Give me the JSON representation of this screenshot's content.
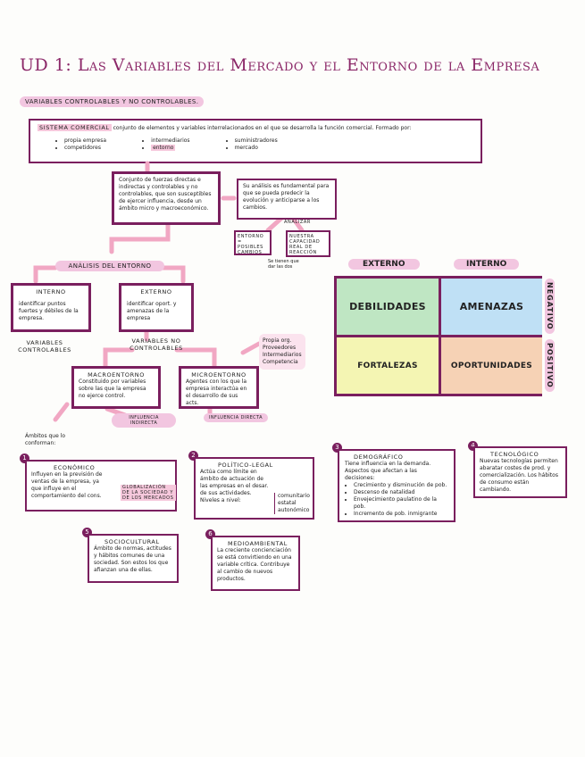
{
  "title": "UD 1: Las Variables del Mercado y el Entorno de la Empresa",
  "subtitle_pill": "Variables controlables y no controlables.",
  "sistema": {
    "label": "SISTEMA COMERCIAL",
    "text": "conjunto de elementos y variables interrelacionados en el que se desarrolla la función comercial. Formado por:",
    "col1": [
      "propia empresa",
      "competidores"
    ],
    "col2": [
      "intermediarios",
      "entorno"
    ],
    "col3": [
      "suministradores",
      "mercado"
    ]
  },
  "entorno_def": "Conjunto de fuerzas directas e indirectas y controlables y no controlables, que son susceptibles de ejercer influencia, desde un ámbito micro y macroeconómico.",
  "analisis_def": "Su análisis es fundamental para que se pueda predecir la evolución y anticiparse a los cambios.",
  "analizar_label": "ANALIZAR",
  "entorno_cambios": "ENTORNO = POSIBLES CAMBIOS",
  "nuestra_capacidad": "NUESTRA CAPACIDAD REAL DE REACCIÓN",
  "se_tienen": "Se tienen que dar las dos",
  "analisis_pill": "Análisis del entorno",
  "interno": {
    "title": "INTERNO",
    "text": "identificar puntos fuertes y débiles de la empresa."
  },
  "externo": {
    "title": "EXTERNO",
    "text": "identificar oport. y amenazas de la empresa"
  },
  "variables_controlables": "VARIABLES CONTROLABLES",
  "variables_no_controlables": "VARIABLES NO CONTROLABLES",
  "macroentorno": {
    "title": "MACROENTORNO",
    "text": "Constituido por variables sobre las que la empresa no ejerce control."
  },
  "microentorno": {
    "title": "MICROENTORNO",
    "text": "Agentes con los que la empresa interactúa en el desarrollo de sus acts."
  },
  "micro_list": [
    "Propia org.",
    "Proveedores",
    "Intermediarios",
    "Competencia"
  ],
  "influencia_indirecta": "INFLUENCIA INDIRECTA",
  "influencia_directa": "INFLUENCIA DIRECTA",
  "ambitos": "Ámbitos que lo conforman:",
  "economico": {
    "num": "1",
    "title": "ECONÓMICO",
    "text": "Influyen en la previsión de ventas de la empresa, ya que influye en el comportamiento del cons.",
    "side": "GLOBALIZACIÓN DE LA SOCIEDAD Y DE LOS MERCADOS"
  },
  "politico": {
    "num": "2",
    "title": "POLÍTICO-LEGAL",
    "text": "Actúa como límite en ámbito de actuación de las empresas en el desar. de sus actividades.",
    "niveles": "Niveles a nivel:",
    "list": [
      "comunitario",
      "estatal",
      "autonómico"
    ]
  },
  "demografico": {
    "num": "3",
    "title": "DEMOGRÁFICO",
    "text": "Tiene influencia en la demanda. Aspectos que afectan a las decisiones:",
    "list": [
      "Crecimiento y disminución de pob.",
      "Descenso de natalidad",
      "Envejecimiento paulatino de la pob.",
      "Incremento de pob. inmigrante"
    ]
  },
  "tecnologico": {
    "num": "4",
    "title": "TECNOLÓGICO",
    "text": "Nuevas tecnologías permiten abaratar costes de prod. y comercialización. Los hábitos de consumo están cambiando."
  },
  "sociocultural": {
    "num": "5",
    "title": "SOCIOCULTURAL",
    "text": "Ámbito de normas, actitudes y hábitos comunes de una sociedad. Son estos los que afianzan una de ellas."
  },
  "medioambiental": {
    "num": "6",
    "title": "MEDIOAMBIENTAL",
    "text": "La creciente concienciación se está convirtiendo en una variable crítica. Contribuye al cambio de nuevos productos."
  },
  "dafo": {
    "externo": "EXTERNO",
    "interno": "INTERNO",
    "negativo": "NEGATIVO",
    "positivo": "POSITIVO",
    "debilidades": "DEBILIDADES",
    "amenazas": "AMENAZAS",
    "fortalezas": "FORTALEZAS",
    "oportunidades": "OPORTUNIDADES",
    "colors": {
      "debilidades": "#bfe6c3",
      "amenazas": "#bfe0f5",
      "fortalezas": "#f4f5b3",
      "oportunidades": "#f6d2b5"
    }
  }
}
